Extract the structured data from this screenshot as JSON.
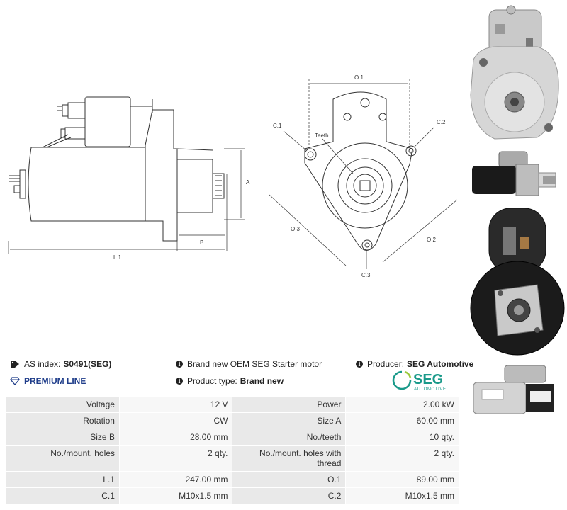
{
  "drawing": {
    "side_labels": {
      "a": "A",
      "b": "B",
      "l1": "L.1"
    },
    "front_labels": {
      "o1": "O.1",
      "o2": "O.2",
      "o3": "O.3",
      "c1": "C.1",
      "c2": "C.2",
      "c3": "C.3",
      "teeth": "Teeth"
    }
  },
  "photos": [
    {
      "icon": "starter-photo-front-silver"
    },
    {
      "icon": "starter-photo-side"
    },
    {
      "icon": "starter-photo-rear-black"
    },
    {
      "icon": "starter-photo-label"
    }
  ],
  "info": {
    "as_index_label": "AS index:",
    "as_index_value": "S0491(SEG)",
    "description": "Brand new OEM SEG Starter motor",
    "producer_label": "Producer:",
    "producer_value": "SEG Automotive",
    "premium_line": "PREMIUM LINE",
    "product_type_label": "Product type:",
    "product_type_value": "Brand new"
  },
  "logo": {
    "brand": "SEG",
    "sub": "AUTOMOTIVE",
    "color": "#1a9a8a"
  },
  "specs": [
    {
      "k1": "Voltage",
      "v1": "12 V",
      "k2": "Power",
      "v2": "2.00 kW"
    },
    {
      "k1": "Rotation",
      "v1": "CW",
      "k2": "Size A",
      "v2": "60.00 mm"
    },
    {
      "k1": "Size B",
      "v1": "28.00 mm",
      "k2": "No./teeth",
      "v2": "10 qty."
    },
    {
      "k1": "No./mount. holes",
      "v1": "2 qty.",
      "k2": "No./mount. holes with thread",
      "v2": "2 qty."
    },
    {
      "k1": "L.1",
      "v1": "247.00 mm",
      "k2": "O.1",
      "v2": "89.00 mm"
    },
    {
      "k1": "C.1",
      "v1": "M10x1.5 mm",
      "k2": "C.2",
      "v2": "M10x1.5 mm"
    }
  ]
}
